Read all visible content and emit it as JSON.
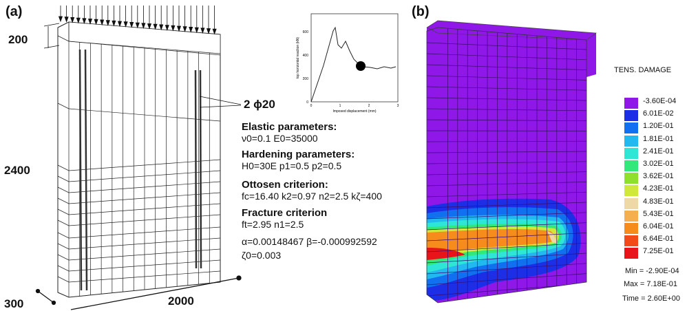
{
  "panel_a": {
    "tag": "(a)",
    "dim_top": "200",
    "dim_height": "2400",
    "dim_depth": "300",
    "dim_width": "2000",
    "rebar_label": "2 ϕ20",
    "params": [
      {
        "heading": "Elastic parameters:",
        "value": "ν0=0.1 E0=35000"
      },
      {
        "heading": "Hardening parameters:",
        "value": "H0=30E  p1=0.5 p2=0.5"
      },
      {
        "heading": "Ottosen criterion:",
        "value": "fc=16.40  k2=0.97 n2=2.5 kζ=400"
      },
      {
        "heading": "Fracture criterion",
        "value": "ft=2.95 n1=2.5"
      }
    ],
    "extra_lines": [
      "α=0.00148467 β=-0.000992592",
      "ζ0=0.003"
    ],
    "inset": {
      "xlabel": "Imposed displacement (mm)",
      "ylabel": "top horizontal reaction (kN)",
      "xticks": [
        "0",
        "1",
        "2",
        "3"
      ],
      "yticks": [
        "0",
        "200",
        "400",
        "600"
      ]
    }
  },
  "panel_b": {
    "tag": "(b)",
    "legend_title": "TENS. DAMAGE",
    "legend_values": [
      "-3.60E-04",
      "6.01E-02",
      "1.20E-01",
      "1.81E-01",
      "2.41E-01",
      "3.02E-01",
      "3.62E-01",
      "4.23E-01",
      "4.83E-01",
      "5.43E-01",
      "6.04E-01",
      "6.64E-01",
      "7.25E-01"
    ],
    "legend_colors": [
      "#8f18e8",
      "#1c2fe6",
      "#1070f0",
      "#22b8f0",
      "#2ee6d6",
      "#33e87a",
      "#8fe02c",
      "#cfe83a",
      "#eed8a6",
      "#f4b04e",
      "#f58c1c",
      "#f24a18",
      "#e8141a"
    ],
    "min_label": "Min = -2.90E-04",
    "max_label": "Max =  7.18E-01",
    "time_label": "Time = 2.60E+00"
  }
}
